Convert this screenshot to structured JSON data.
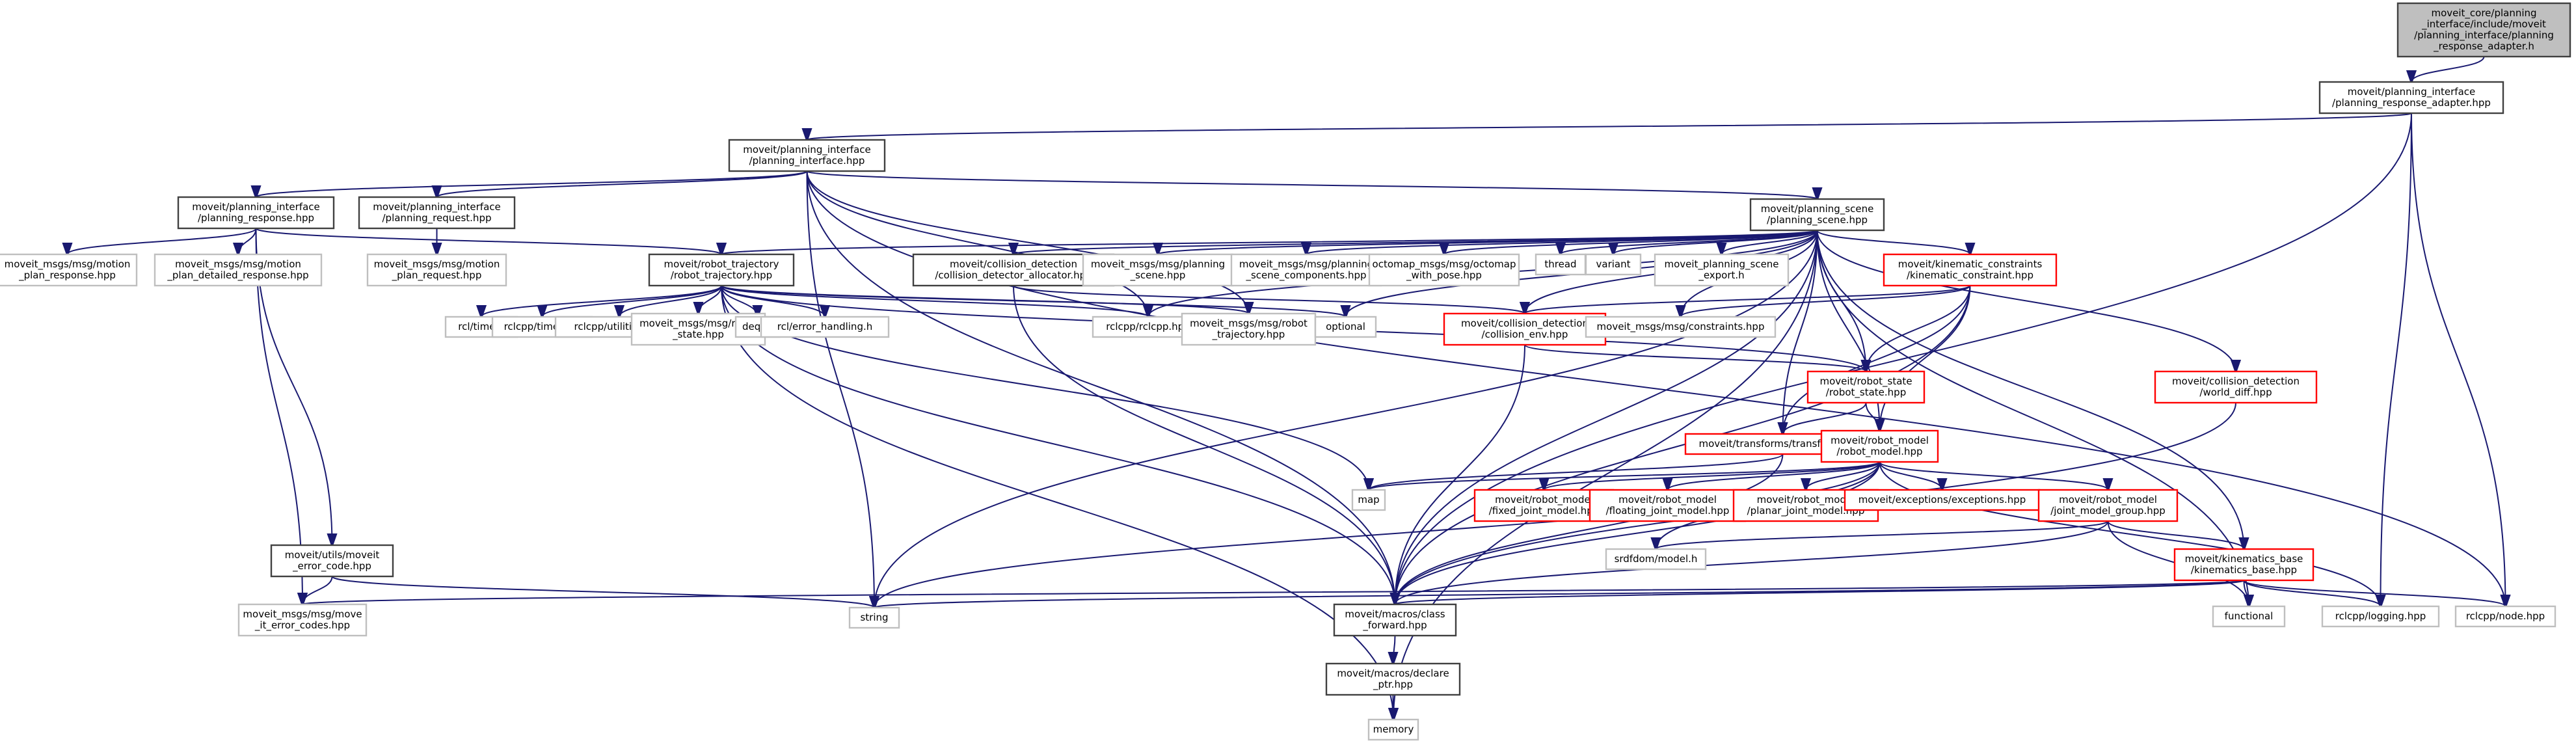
{
  "diagram": {
    "type": "include-dependency-graph",
    "colors": {
      "edge": "#191970",
      "root_fill": "#bfbfbf",
      "root_border": "#404040",
      "documented_border": "#404040",
      "external_border": "#bfbfbf",
      "truncated_border": "#ff0000",
      "background": "#ffffff"
    },
    "nodes": [
      {
        "id": "root",
        "kind": "root",
        "lines": [
          "moveit_core/planning",
          "_interface/include/moveit",
          "/planning_interface/planning",
          "_response_adapter.h"
        ]
      },
      {
        "id": "pra",
        "kind": "normal",
        "lines": [
          "moveit/planning_interface",
          "/planning_response_adapter.hpp"
        ]
      },
      {
        "id": "pi",
        "kind": "normal",
        "lines": [
          "moveit/planning_interface",
          "/planning_interface.hpp"
        ]
      },
      {
        "id": "presp",
        "kind": "normal",
        "lines": [
          "moveit/planning_interface",
          "/planning_response.hpp"
        ]
      },
      {
        "id": "preq",
        "kind": "normal",
        "lines": [
          "moveit/planning_interface",
          "/planning_request.hpp"
        ]
      },
      {
        "id": "ps",
        "kind": "normal",
        "lines": [
          "moveit/planning_scene",
          "/planning_scene.hpp"
        ]
      },
      {
        "id": "mpresp",
        "kind": "external",
        "lines": [
          "moveit_msgs/msg/motion",
          "_plan_response.hpp"
        ]
      },
      {
        "id": "mpdresp",
        "kind": "external",
        "lines": [
          "moveit_msgs/msg/motion",
          "_plan_detailed_response.hpp"
        ]
      },
      {
        "id": "mpreq",
        "kind": "external",
        "lines": [
          "moveit_msgs/msg/motion",
          "_plan_request.hpp"
        ]
      },
      {
        "id": "rt",
        "kind": "normal",
        "lines": [
          "moveit/robot_trajectory",
          "/robot_trajectory.hpp"
        ]
      },
      {
        "id": "cda",
        "kind": "normal",
        "lines": [
          "moveit/collision_detection",
          "/collision_detector_allocator.hpp"
        ]
      },
      {
        "id": "mps",
        "kind": "external",
        "lines": [
          "moveit_msgs/msg/planning",
          "_scene.hpp"
        ]
      },
      {
        "id": "mpsc",
        "kind": "external",
        "lines": [
          "moveit_msgs/msg/planning",
          "_scene_components.hpp"
        ]
      },
      {
        "id": "octo",
        "kind": "external",
        "lines": [
          "octomap_msgs/msg/octomap",
          "_with_pose.hpp"
        ]
      },
      {
        "id": "thread",
        "kind": "external",
        "lines": [
          "thread"
        ]
      },
      {
        "id": "variant",
        "kind": "external",
        "lines": [
          "variant"
        ]
      },
      {
        "id": "psexp",
        "kind": "external",
        "lines": [
          "moveit_planning_scene",
          "_export.h"
        ]
      },
      {
        "id": "kc",
        "kind": "incomplete",
        "lines": [
          "moveit/kinematic_constraints",
          "/kinematic_constraint.hpp"
        ]
      },
      {
        "id": "rcltime",
        "kind": "external",
        "lines": [
          "rcl/time.h"
        ]
      },
      {
        "id": "rclcpptime",
        "kind": "external",
        "lines": [
          "rclcpp/time.hpp"
        ]
      },
      {
        "id": "rclcpputil",
        "kind": "external",
        "lines": [
          "rclcpp/utilities.hpp"
        ]
      },
      {
        "id": "mrs",
        "kind": "external",
        "lines": [
          "moveit_msgs/msg/robot",
          "_state.hpp"
        ]
      },
      {
        "id": "deque",
        "kind": "external",
        "lines": [
          "deque"
        ]
      },
      {
        "id": "rclerr",
        "kind": "external",
        "lines": [
          "rcl/error_handling.h"
        ]
      },
      {
        "id": "rclcpp",
        "kind": "external",
        "lines": [
          "rclcpp/rclcpp.hpp"
        ]
      },
      {
        "id": "mrt",
        "kind": "external",
        "lines": [
          "moveit_msgs/msg/robot",
          "_trajectory.hpp"
        ]
      },
      {
        "id": "optional",
        "kind": "external",
        "lines": [
          "optional"
        ]
      },
      {
        "id": "cenv",
        "kind": "incomplete",
        "lines": [
          "moveit/collision_detection",
          "/collision_env.hpp"
        ]
      },
      {
        "id": "mcons",
        "kind": "external",
        "lines": [
          "moveit_msgs/msg/constraints.hpp"
        ]
      },
      {
        "id": "rs",
        "kind": "incomplete",
        "lines": [
          "moveit/robot_state",
          "/robot_state.hpp"
        ]
      },
      {
        "id": "wd",
        "kind": "incomplete",
        "lines": [
          "moveit/collision_detection",
          "/world_diff.hpp"
        ]
      },
      {
        "id": "tf",
        "kind": "incomplete",
        "lines": [
          "moveit/transforms/transforms.hpp"
        ]
      },
      {
        "id": "rm",
        "kind": "incomplete",
        "lines": [
          "moveit/robot_model",
          "/robot_model.hpp"
        ]
      },
      {
        "id": "map",
        "kind": "external",
        "lines": [
          "map"
        ]
      },
      {
        "id": "fjm",
        "kind": "incomplete",
        "lines": [
          "moveit/robot_model",
          "/fixed_joint_model.hpp"
        ]
      },
      {
        "id": "fljm",
        "kind": "incomplete",
        "lines": [
          "moveit/robot_model",
          "/floating_joint_model.hpp"
        ]
      },
      {
        "id": "pjm",
        "kind": "incomplete",
        "lines": [
          "moveit/robot_model",
          "/planar_joint_model.hpp"
        ]
      },
      {
        "id": "exc",
        "kind": "incomplete",
        "lines": [
          "moveit/exceptions/exceptions.hpp"
        ]
      },
      {
        "id": "jmg",
        "kind": "incomplete",
        "lines": [
          "moveit/robot_model",
          "/joint_model_group.hpp"
        ]
      },
      {
        "id": "srdf",
        "kind": "external",
        "lines": [
          "srdfdom/model.h"
        ]
      },
      {
        "id": "kb",
        "kind": "incomplete",
        "lines": [
          "moveit/kinematics_base",
          "/kinematics_base.hpp"
        ]
      },
      {
        "id": "errcode",
        "kind": "normal",
        "lines": [
          "moveit/utils/moveit",
          "_error_code.hpp"
        ]
      },
      {
        "id": "merr",
        "kind": "external",
        "lines": [
          "moveit_msgs/msg/move",
          "_it_error_codes.hpp"
        ]
      },
      {
        "id": "string",
        "kind": "external",
        "lines": [
          "string"
        ]
      },
      {
        "id": "cf",
        "kind": "normal",
        "lines": [
          "moveit/macros/class",
          "_forward.hpp"
        ]
      },
      {
        "id": "functional",
        "kind": "external",
        "lines": [
          "functional"
        ]
      },
      {
        "id": "logging",
        "kind": "external",
        "lines": [
          "rclcpp/logging.hpp"
        ]
      },
      {
        "id": "node",
        "kind": "external",
        "lines": [
          "rclcpp/node.hpp"
        ]
      },
      {
        "id": "dptr",
        "kind": "normal",
        "lines": [
          "moveit/macros/declare",
          "_ptr.hpp"
        ]
      },
      {
        "id": "memory",
        "kind": "external",
        "lines": [
          "memory"
        ]
      }
    ],
    "edges": [
      [
        "root",
        "pra"
      ],
      [
        "pra",
        "pi"
      ],
      [
        "pra",
        "cf"
      ],
      [
        "pra",
        "logging"
      ],
      [
        "pra",
        "node"
      ],
      [
        "pi",
        "presp"
      ],
      [
        "pi",
        "preq"
      ],
      [
        "pi",
        "ps"
      ],
      [
        "pi",
        "string"
      ],
      [
        "pi",
        "cf"
      ],
      [
        "pi",
        "rclcpp"
      ],
      [
        "pi",
        "mrt"
      ],
      [
        "pi",
        "node"
      ],
      [
        "presp",
        "mpresp"
      ],
      [
        "presp",
        "mpdresp"
      ],
      [
        "presp",
        "rt"
      ],
      [
        "presp",
        "errcode"
      ],
      [
        "presp",
        "merr"
      ],
      [
        "preq",
        "mpreq"
      ],
      [
        "ps",
        "rt"
      ],
      [
        "ps",
        "cda"
      ],
      [
        "ps",
        "mps"
      ],
      [
        "ps",
        "mpsc"
      ],
      [
        "ps",
        "octo"
      ],
      [
        "ps",
        "thread"
      ],
      [
        "ps",
        "variant"
      ],
      [
        "ps",
        "psexp"
      ],
      [
        "ps",
        "kc"
      ],
      [
        "ps",
        "rclcpp"
      ],
      [
        "ps",
        "optional"
      ],
      [
        "ps",
        "cenv"
      ],
      [
        "ps",
        "mcons"
      ],
      [
        "ps",
        "rs"
      ],
      [
        "ps",
        "wd"
      ],
      [
        "ps",
        "tf"
      ],
      [
        "ps",
        "rm"
      ],
      [
        "ps",
        "kb"
      ],
      [
        "ps",
        "cf"
      ],
      [
        "ps",
        "functional"
      ],
      [
        "ps",
        "memory"
      ],
      [
        "ps",
        "string"
      ],
      [
        "rt",
        "rcltime"
      ],
      [
        "rt",
        "rclcpptime"
      ],
      [
        "rt",
        "rclcpputil"
      ],
      [
        "rt",
        "mrs"
      ],
      [
        "rt",
        "deque"
      ],
      [
        "rt",
        "rclerr"
      ],
      [
        "rt",
        "rclcpp"
      ],
      [
        "rt",
        "mrt"
      ],
      [
        "rt",
        "optional"
      ],
      [
        "rt",
        "rs"
      ],
      [
        "rt",
        "map"
      ],
      [
        "rt",
        "cf"
      ],
      [
        "rt",
        "memory"
      ],
      [
        "cda",
        "cenv"
      ],
      [
        "cda",
        "cf"
      ],
      [
        "kc",
        "cenv"
      ],
      [
        "kc",
        "mcons"
      ],
      [
        "kc",
        "rs"
      ],
      [
        "kc",
        "tf"
      ],
      [
        "kc",
        "rm"
      ],
      [
        "kc",
        "cf"
      ],
      [
        "cenv",
        "rs"
      ],
      [
        "cenv",
        "cf"
      ],
      [
        "rs",
        "tf"
      ],
      [
        "rs",
        "rm"
      ],
      [
        "wd",
        "cf"
      ],
      [
        "tf",
        "cf"
      ],
      [
        "tf",
        "map"
      ],
      [
        "rm",
        "fjm"
      ],
      [
        "rm",
        "fljm"
      ],
      [
        "rm",
        "pjm"
      ],
      [
        "rm",
        "exc"
      ],
      [
        "rm",
        "jmg"
      ],
      [
        "rm",
        "srdf"
      ],
      [
        "rm",
        "map"
      ],
      [
        "rm",
        "cf"
      ],
      [
        "rm",
        "string"
      ],
      [
        "rm",
        "logging"
      ],
      [
        "jmg",
        "kb"
      ],
      [
        "jmg",
        "srdf"
      ],
      [
        "jmg",
        "cf"
      ],
      [
        "jmg",
        "functional"
      ],
      [
        "kb",
        "cf"
      ],
      [
        "kb",
        "string"
      ],
      [
        "kb",
        "functional"
      ],
      [
        "kb",
        "logging"
      ],
      [
        "kb",
        "node"
      ],
      [
        "kb",
        "merr"
      ],
      [
        "errcode",
        "merr"
      ],
      [
        "errcode",
        "string"
      ],
      [
        "cf",
        "dptr"
      ],
      [
        "dptr",
        "memory"
      ]
    ]
  }
}
